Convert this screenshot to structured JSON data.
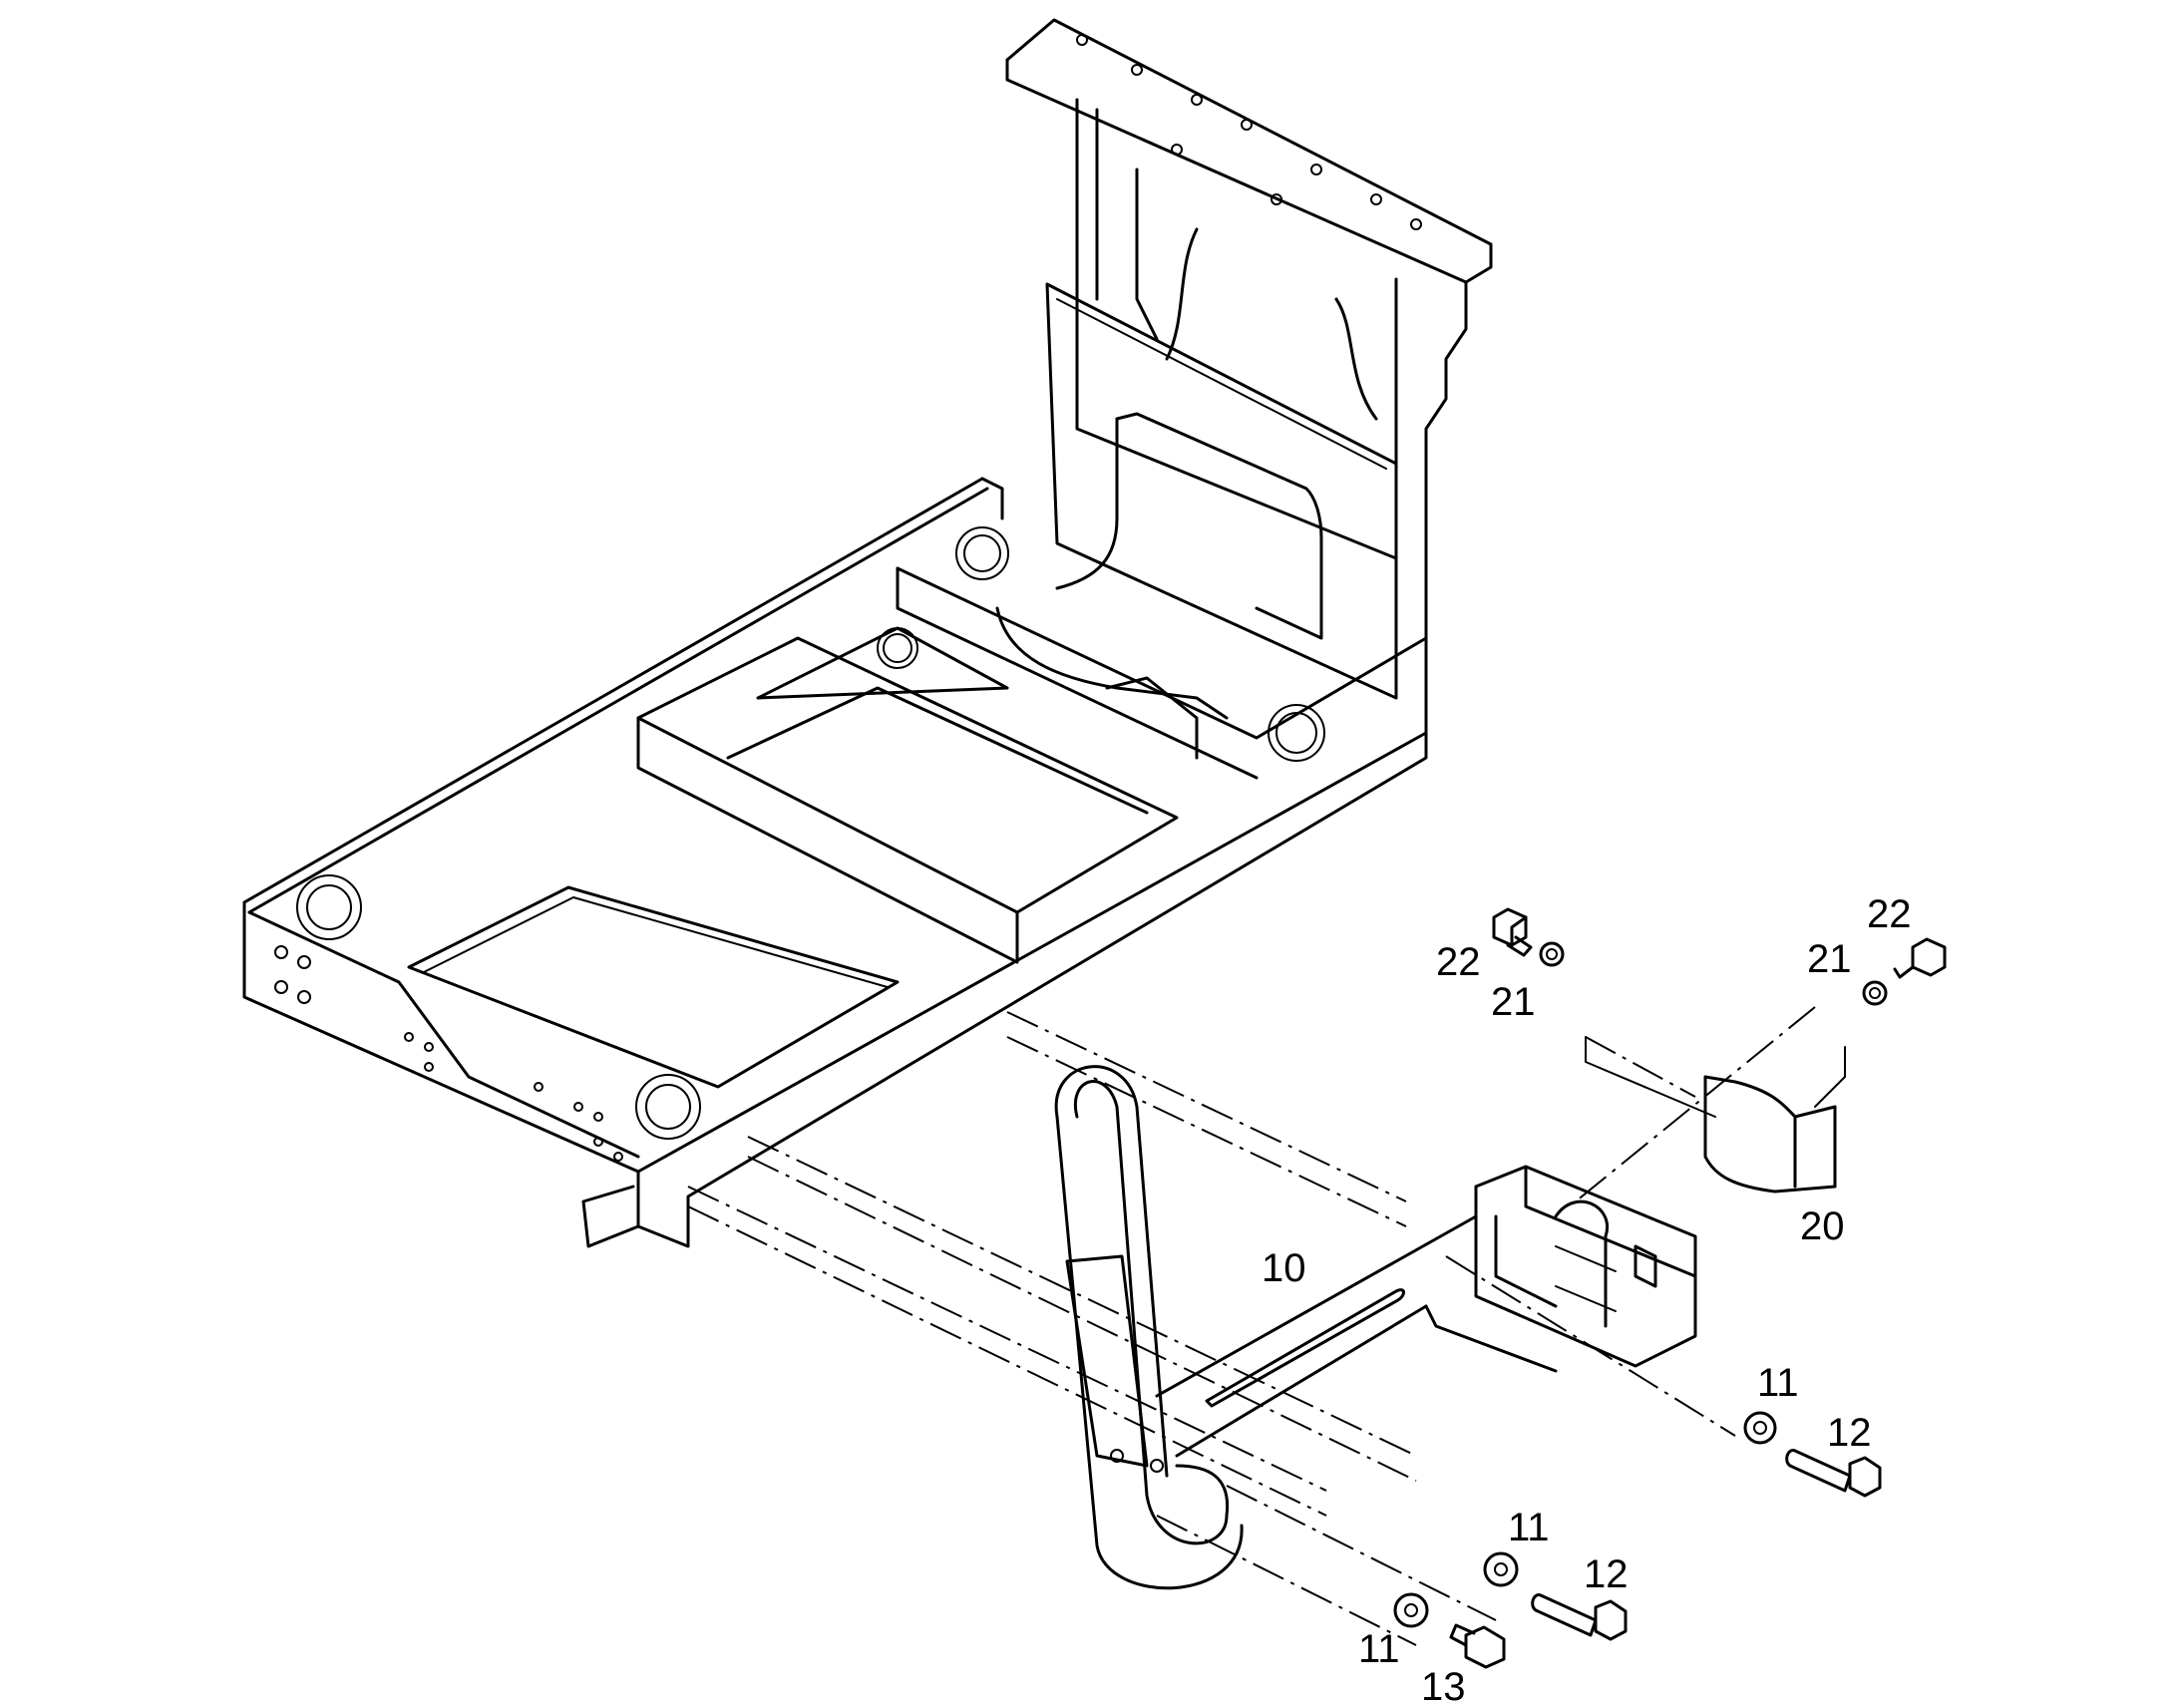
{
  "callouts": {
    "c10": "10",
    "c11a": "11",
    "c11b": "11",
    "c11c": "11",
    "c12a": "12",
    "c12b": "12",
    "c13": "13",
    "c20": "20",
    "c21a": "21",
    "c21b": "21",
    "c22a": "22",
    "c22b": "22"
  }
}
